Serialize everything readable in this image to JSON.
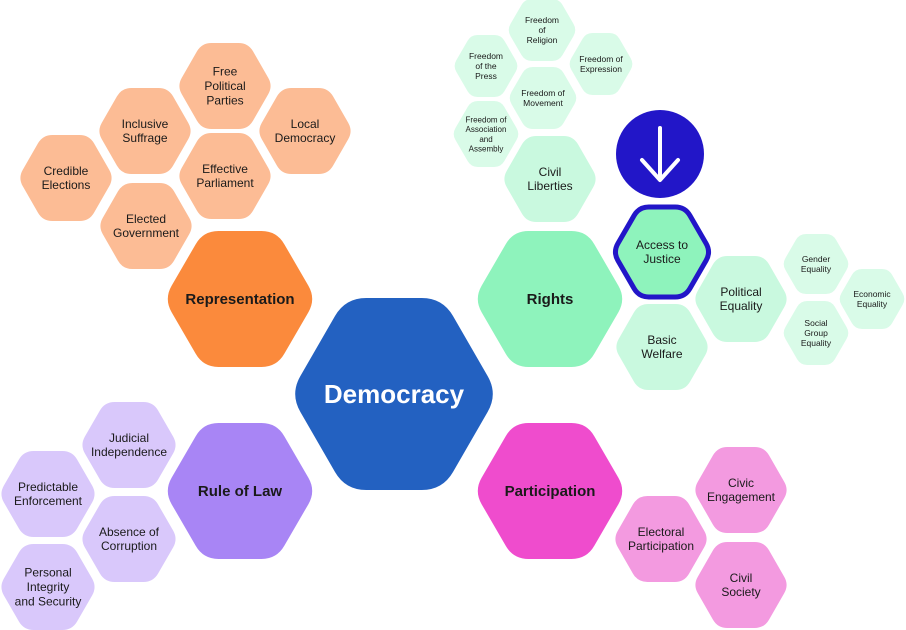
{
  "center": {
    "label": "Democracy"
  },
  "colors": {
    "center": "#2361c1",
    "representation": {
      "main": "#fb8a3c",
      "sub": "#fcbc95",
      "text": "#1a1a1a"
    },
    "rights": {
      "main": "#8ef3bc",
      "sub": "#c9f9df",
      "subsub": "#d9fbe8",
      "text": "#1a1a1a"
    },
    "rule_of_law": {
      "main": "#a885f5",
      "sub": "#d9c8fb",
      "text": "#1a1a1a"
    },
    "participation": {
      "main": "#ef4ccd",
      "sub": "#f39ae0",
      "text": "#1a1a1a"
    },
    "highlight_ring": "#2216c8",
    "arrow_icon_bg": "#2216c8"
  },
  "branches": {
    "representation": {
      "label": "Representation",
      "items": [
        "Free Political Parties",
        "Inclusive Suffrage",
        "Local Democracy",
        "Credible Elections",
        "Effective Parliament",
        "Elected Government"
      ]
    },
    "rights": {
      "label": "Rights",
      "civil_liberties": {
        "label": "Civil Liberties",
        "items": [
          "Freedom of Religion",
          "Freedom of the Press",
          "Freedom of Expression",
          "Freedom of Movement",
          "Freedom of Association and Assembly"
        ]
      },
      "access_to_justice": {
        "label": "Access to Justice"
      },
      "political_equality": {
        "label": "Political Equality",
        "items": [
          "Gender Equality",
          "Economic Equality",
          "Social Group Equality"
        ]
      },
      "basic_welfare": {
        "label": "Basic Welfare"
      }
    },
    "rule_of_law": {
      "label": "Rule of Law",
      "items": [
        "Judicial Independence",
        "Predictable Enforcement",
        "Absence of Corruption",
        "Personal Integrity and Security"
      ]
    },
    "participation": {
      "label": "Participation",
      "items": [
        "Civic Engagement",
        "Electoral Participation",
        "Civil Society"
      ]
    }
  },
  "icons": {
    "selected_indicator": "arrow-down-icon"
  }
}
